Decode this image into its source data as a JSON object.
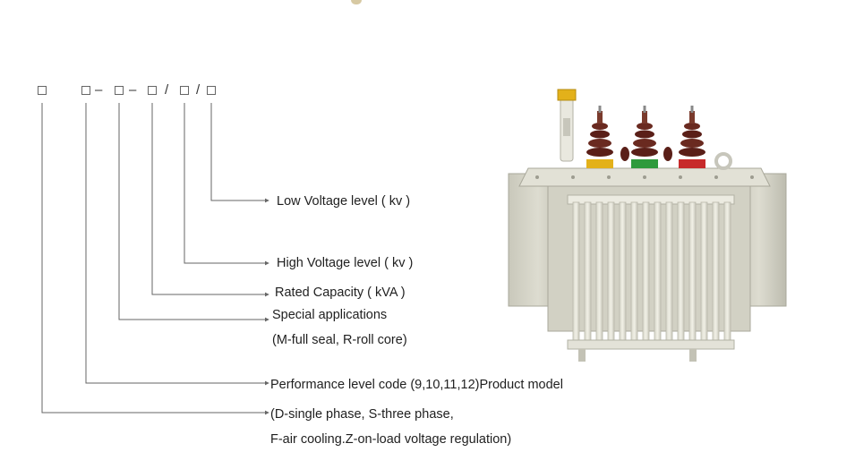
{
  "model_code": {
    "separators": [
      "–",
      "–",
      "/",
      "/"
    ]
  },
  "labels": {
    "low_voltage": "Low Voltage level ( kv )",
    "high_voltage": "High Voltage level ( kv )",
    "rated_capacity": "Rated Capacity ( kVA )",
    "special_line1": "Special applications",
    "special_line2": "(M-full seal, R-roll core)",
    "performance": "Performance level code (9,10,11,12)Product model",
    "phase_line1": "(D-single phase, S-three phase,",
    "phase_line2": "F-air cooling.Z-on-load voltage regulation)"
  },
  "colors": {
    "line": "#666666",
    "text": "#1f1f1f",
    "transformer_body": "#d4d3c6",
    "insulator": "#5a1f18",
    "phase_yellow": "#e3b11a",
    "phase_green": "#2f9a3c",
    "phase_red": "#c72a2a"
  },
  "icons": {
    "product_image": "oil-immersed-transformer-illustration"
  }
}
